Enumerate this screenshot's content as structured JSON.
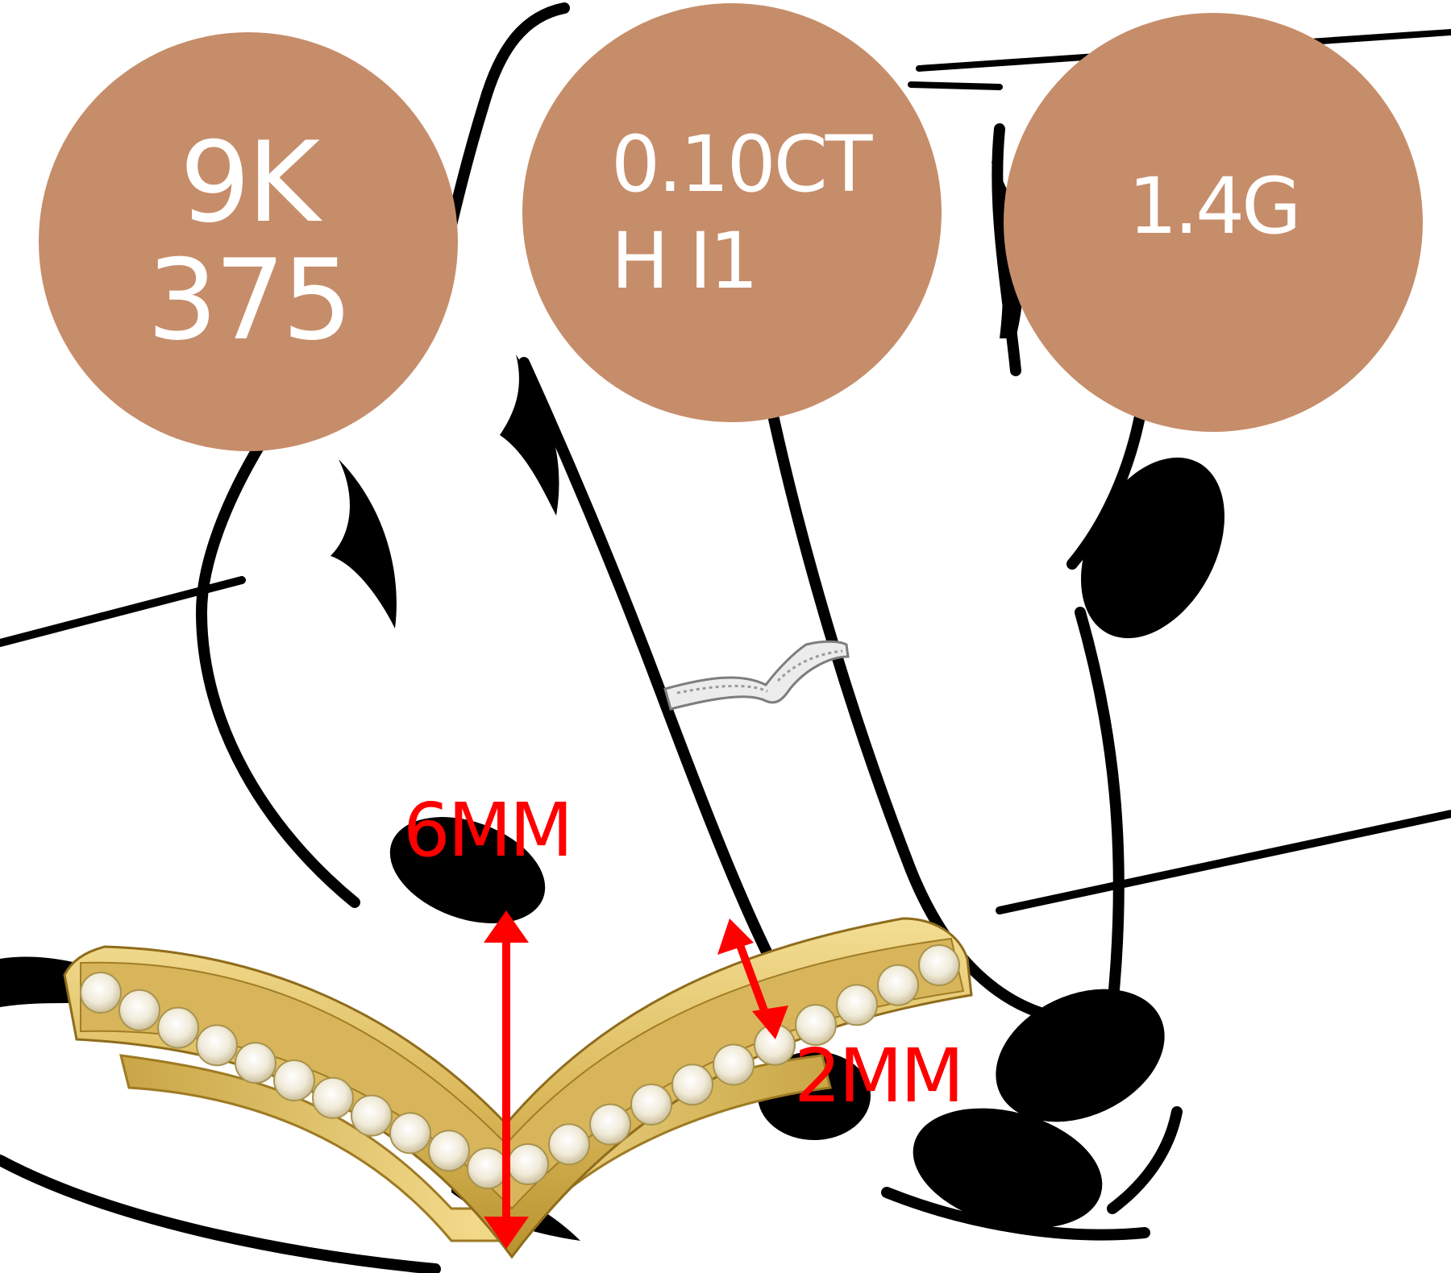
{
  "badges": {
    "metal": {
      "line1": "9K",
      "line2": "375"
    },
    "diamond": {
      "line1": "0.10CT",
      "line2": "H I1"
    },
    "weight": {
      "line1": "1.4G"
    }
  },
  "dimensions": {
    "height_label": "6MM",
    "width_label": "2MM"
  },
  "colors": {
    "badge_fill": "#C68D6A",
    "badge_text": "#FFFFFF",
    "measure_red": "#FF0000",
    "ink": "#000000",
    "ring_gold": "#E2C36A",
    "background": "#FFFFFF"
  },
  "icons": [
    "hand-illustration",
    "small-ring-on-finger",
    "gold-chevron-ring",
    "height-arrow-icon",
    "width-arrow-icon"
  ]
}
